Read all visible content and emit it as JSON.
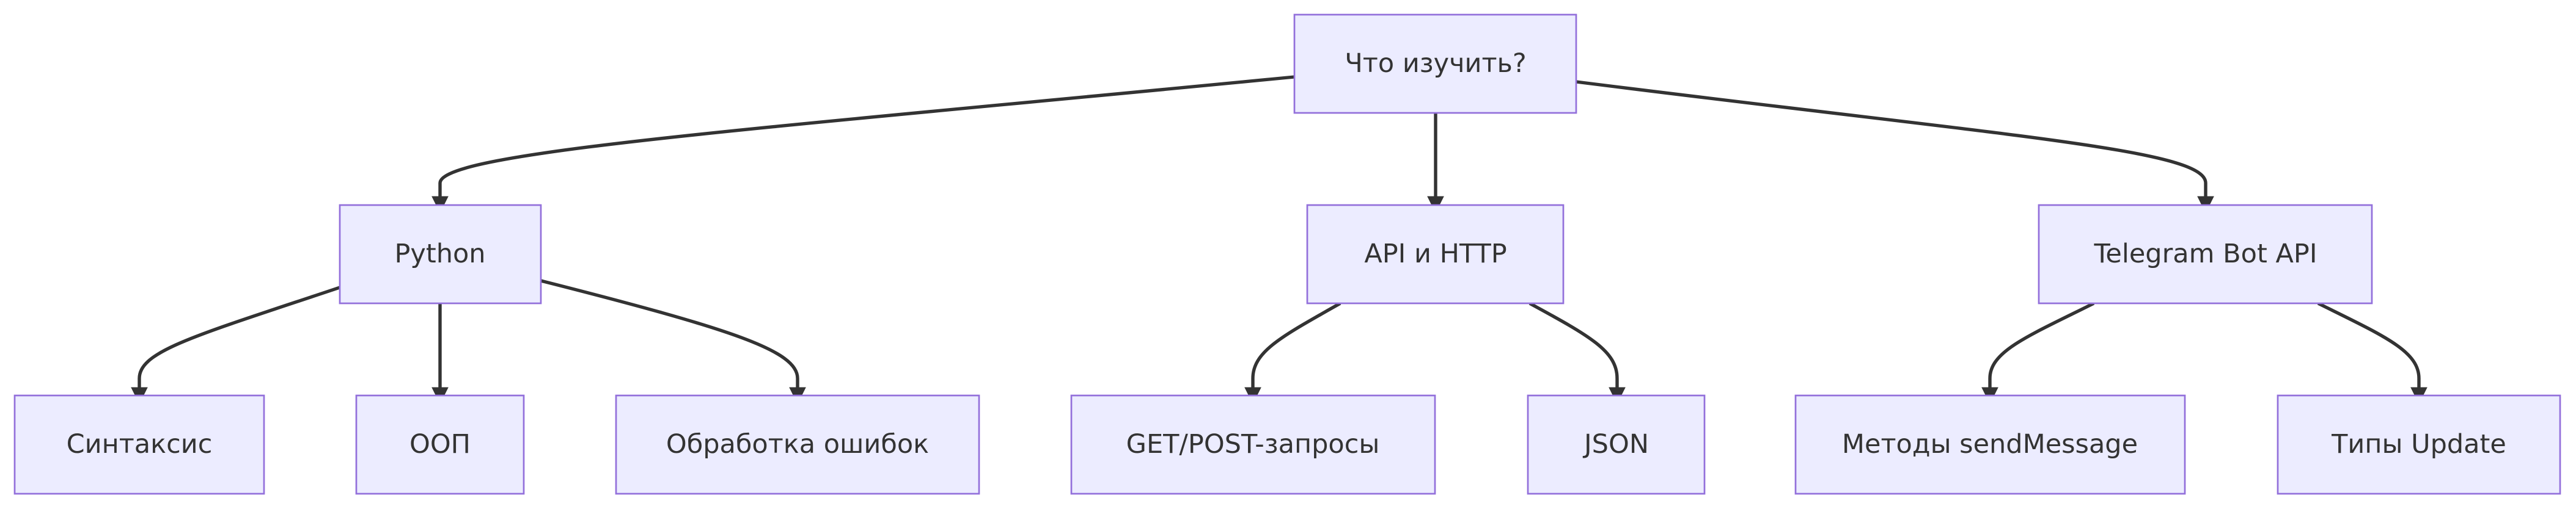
{
  "diagram": {
    "root": {
      "label": "Что изучить?"
    },
    "branches": {
      "python": {
        "label": "Python",
        "children": [
          "Синтаксис",
          "ООП",
          "Обработка ошибок"
        ]
      },
      "api_http": {
        "label": "API и HTTP",
        "children": [
          "GET/POST-запросы",
          "JSON"
        ]
      },
      "telegram": {
        "label": "Telegram Bot API",
        "children": [
          "Методы sendMessage",
          "Типы Update"
        ]
      }
    },
    "colors": {
      "node_fill": "#ECECFF",
      "node_stroke": "#9370DB",
      "edge": "#333333",
      "text": "#333333"
    }
  }
}
